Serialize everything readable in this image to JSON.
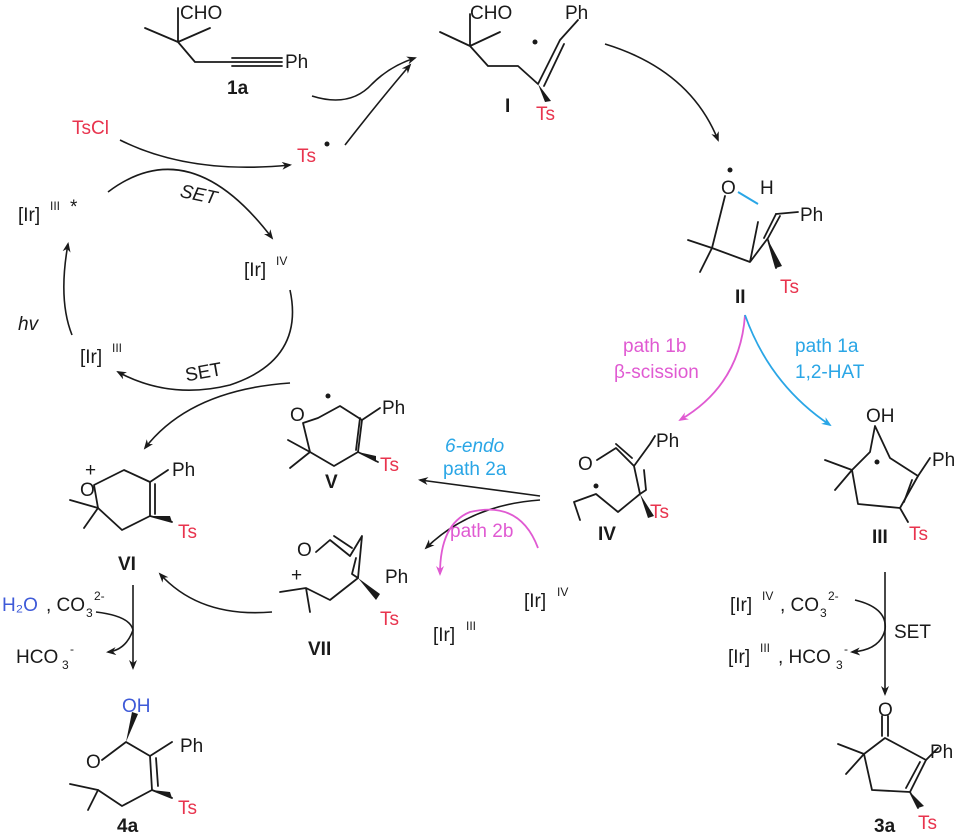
{
  "labels": {
    "cho_1a": "CHO",
    "ph_1a": "Ph",
    "c1a": "1a",
    "cho_I": "CHO",
    "ph_I": "Ph",
    "ts_I": "Ts",
    "cI": "I",
    "tscl": "TsCl",
    "ts_rad": "Ts",
    "set_top": "SET",
    "ir3star": "[Ir]",
    "ir3star_sup": "III",
    "ir4": "[Ir]",
    "ir4_sup": "IV",
    "hv": "hv",
    "ir3": "[Ir]",
    "ir3_sup": "III",
    "set_bottom": "SET",
    "o_II": "O",
    "h_II": "H",
    "ph_II": "Ph",
    "ts_II": "Ts",
    "cII": "II",
    "path1b": "path 1b",
    "bscission": "β-scission",
    "path1a": "path 1a",
    "hat": "1,2-HAT",
    "o_IV": "O",
    "ph_IV": "Ph",
    "ts_IV": "Ts",
    "cIV": "IV",
    "oh_III": "OH",
    "ph_III": "Ph",
    "ts_III": "Ts",
    "cIII": "III",
    "endo": "6-endo",
    "path2a": "path 2a",
    "o_V": "O",
    "ph_V": "Ph",
    "ts_V": "Ts",
    "cV": "V",
    "path2b": "path 2b",
    "ir4_b": "[Ir]",
    "ir4_b_sup": "IV",
    "ir3_b": "[Ir]",
    "ir3_b_sup": "III",
    "o_VI": "O",
    "ph_VI": "Ph",
    "ts_VI": "Ts",
    "cVI": "VI",
    "o_VII": "O",
    "ph_VII": "Ph",
    "ts_VII": "Ts",
    "cVII": "VII",
    "h2o": "H₂O",
    "co3": ", CO",
    "co3_sub": "3",
    "co3_sup": "2-",
    "hco3": "HCO",
    "hco3_sub": "3",
    "hco3_sup": "-",
    "oh_4a": "OH",
    "o_4a": "O",
    "ph_4a": "Ph",
    "ts_4a": "Ts",
    "c4a": "4a",
    "ir4_c": "[Ir]",
    "ir4_c_sup": "IV",
    "co3_c": ", CO",
    "co3_c_sub": "3",
    "co3_c_sup": "2-",
    "set_right": "SET",
    "ir3_c": "[Ir]",
    "ir3_c_sup": "III",
    "hco3_c": ", HCO",
    "hco3_c_sub": "3",
    "hco3_c_sup": "-",
    "o_3a": "O",
    "ph_3a": "Ph",
    "ts_3a": "Ts",
    "c3a": "3a"
  },
  "colors": {
    "ts": "#e8344e",
    "path1b": "#e05ad2",
    "path1a": "#2aa6e6",
    "water": "#3e5ad8"
  }
}
